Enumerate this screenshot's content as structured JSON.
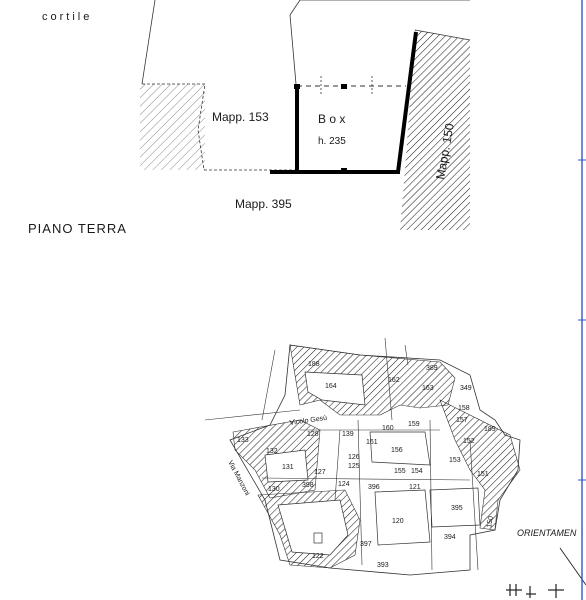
{
  "top_plan": {
    "courtyard_label": "cortile",
    "parcel_153": "Mapp. 153",
    "box_title": "B o x",
    "box_height": "h. 235",
    "parcel_150": "Mapp. 150",
    "parcel_395": "Mapp. 395",
    "floor_label": "PIANO TERRA"
  },
  "cadastral_map": {
    "parcels": [
      {
        "id": "p188",
        "label": "188"
      },
      {
        "id": "p389",
        "label": "389"
      },
      {
        "id": "p164",
        "label": "164"
      },
      {
        "id": "p162",
        "label": "162"
      },
      {
        "id": "p163",
        "label": "163"
      },
      {
        "id": "p349",
        "label": "349"
      },
      {
        "id": "p158",
        "label": "158"
      },
      {
        "id": "p157",
        "label": "157"
      },
      {
        "id": "p189",
        "label": "189"
      },
      {
        "id": "p152",
        "label": "152"
      },
      {
        "id": "p133",
        "label": "133"
      },
      {
        "id": "p128",
        "label": "128"
      },
      {
        "id": "p139",
        "label": "139"
      },
      {
        "id": "p160",
        "label": "160"
      },
      {
        "id": "p159",
        "label": "159"
      },
      {
        "id": "p161",
        "label": "161"
      },
      {
        "id": "p156",
        "label": "156"
      },
      {
        "id": "p132",
        "label": "132"
      },
      {
        "id": "p131",
        "label": "131"
      },
      {
        "id": "p127",
        "label": "127"
      },
      {
        "id": "p153",
        "label": "153"
      },
      {
        "id": "p155",
        "label": "155"
      },
      {
        "id": "p154",
        "label": "154"
      },
      {
        "id": "p130",
        "label": "130"
      },
      {
        "id": "p398",
        "label": "398"
      },
      {
        "id": "p124",
        "label": "124"
      },
      {
        "id": "p396",
        "label": "396"
      },
      {
        "id": "p121",
        "label": "121"
      },
      {
        "id": "p395",
        "label": "395"
      },
      {
        "id": "p120",
        "label": "120"
      },
      {
        "id": "p150",
        "label": "150"
      },
      {
        "id": "p394",
        "label": "394"
      },
      {
        "id": "p397",
        "label": "397"
      },
      {
        "id": "p122",
        "label": "122"
      },
      {
        "id": "p393",
        "label": "393"
      },
      {
        "id": "p126",
        "label": "126"
      },
      {
        "id": "p125",
        "label": "125"
      },
      {
        "id": "p151",
        "label": "151"
      }
    ],
    "street_gesu": "Vicolo Gesù",
    "street_manzoni": "Via Manzoni",
    "orientation_label": "ORIENTAMEN"
  },
  "colors": {
    "ink": "#1a1a1a",
    "margin_line": "#3355cc"
  }
}
